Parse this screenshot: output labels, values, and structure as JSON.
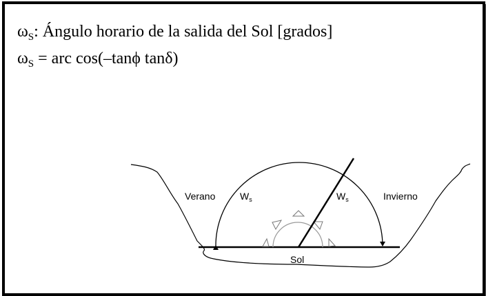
{
  "header": {
    "line1_symbol": "ω",
    "line1_subscript": "S",
    "line1_text": ": Ángulo horario de la salida del Sol [grados]",
    "line2_symbol": "ω",
    "line2_subscript": "S",
    "line2_text": " = arc cos(–tanϕ tanδ)"
  },
  "diagram": {
    "label_summer": "Verano",
    "label_winter": "Invierno",
    "label_sun": "Sol",
    "label_ws_left": "W",
    "label_ws_left_sub": "s",
    "label_ws_right": "W",
    "label_ws_right_sub": "s"
  },
  "colors": {
    "ink": "#000000",
    "background": "#ffffff",
    "shadow": "#5a5a5a"
  }
}
